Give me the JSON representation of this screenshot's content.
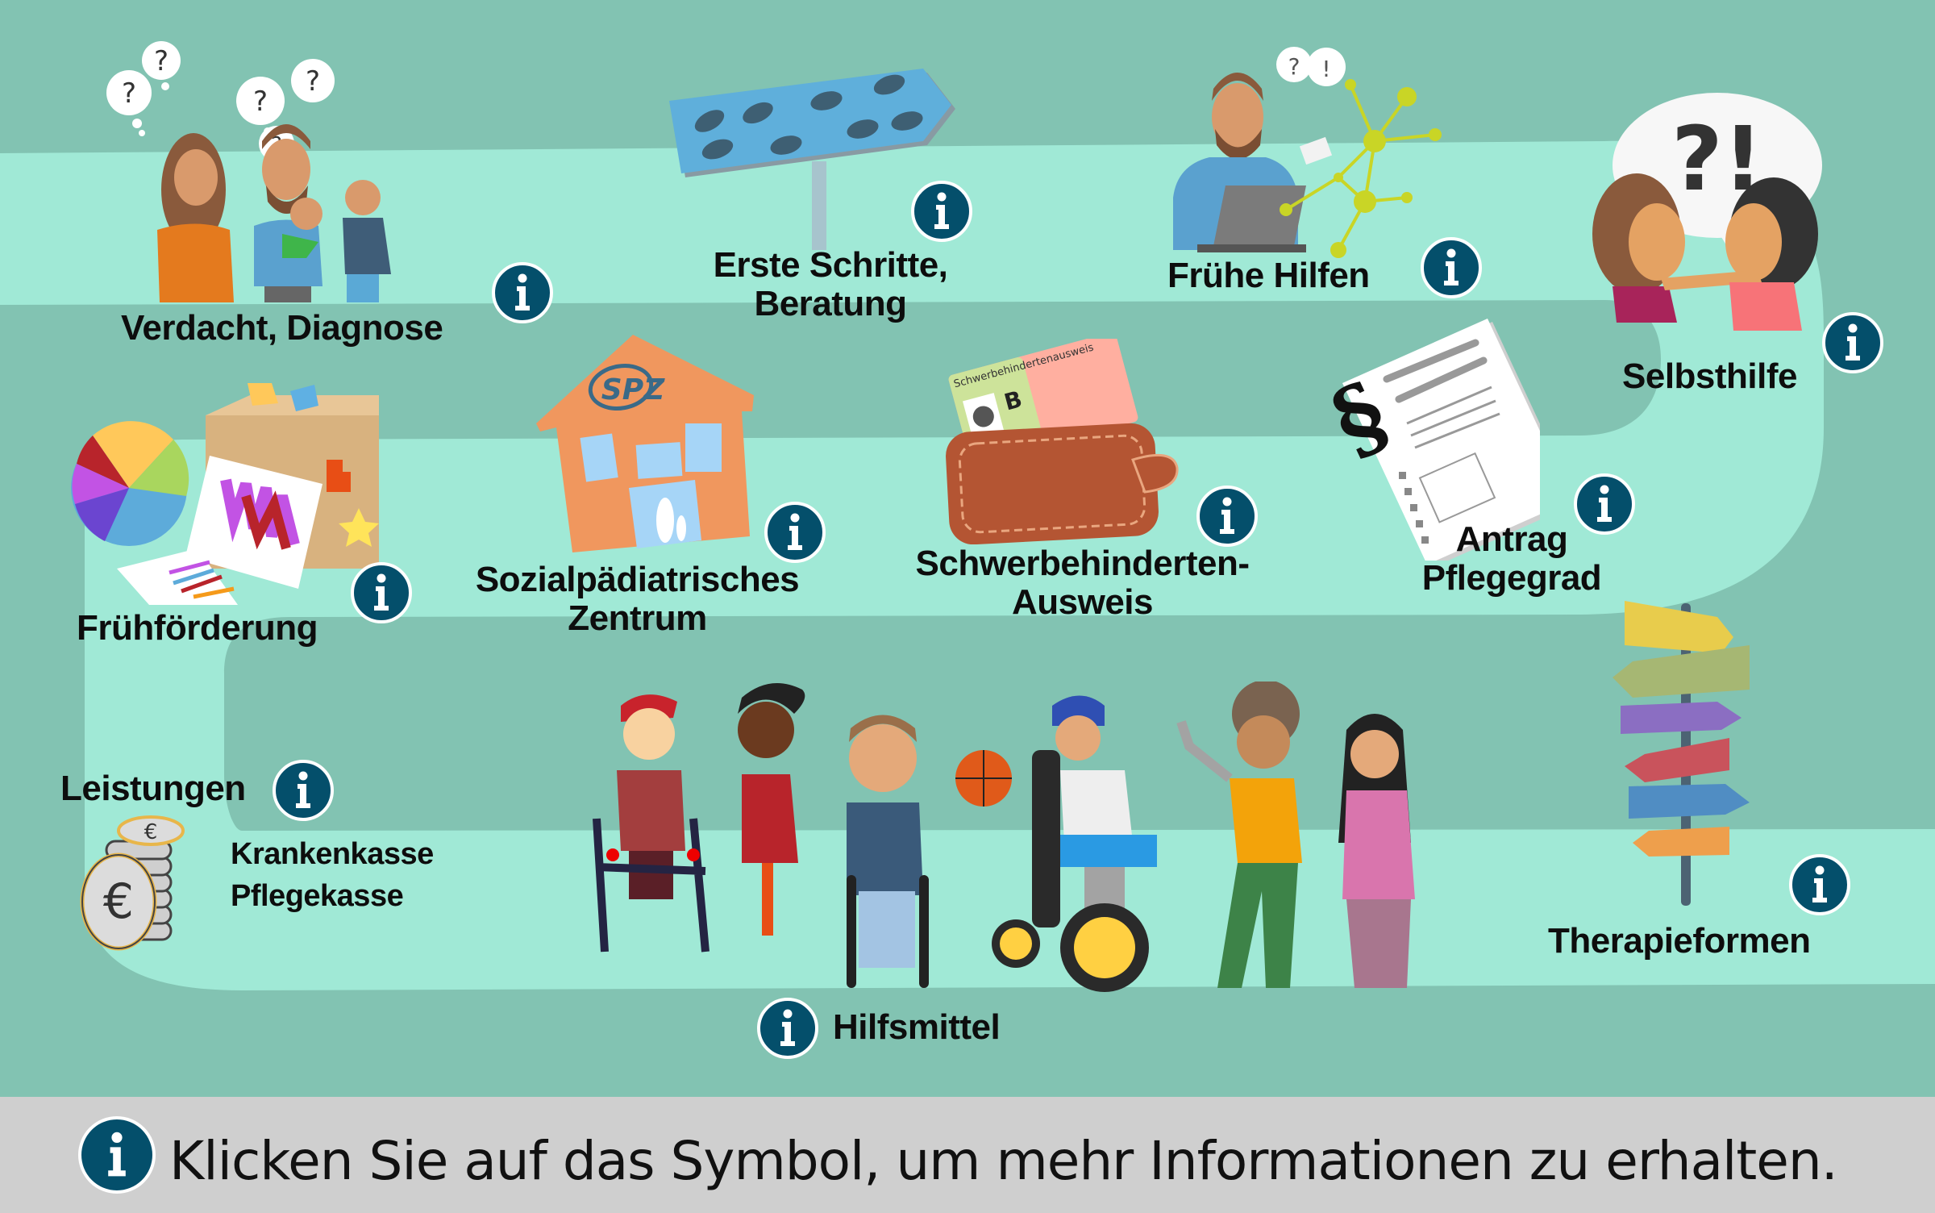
{
  "colors": {
    "background": "#82c3b2",
    "path": "#a0e9d6",
    "info_button": "#044f6b",
    "info_ring": "#ffffff",
    "footer_bg": "#cfcfcf",
    "text": "#0d0d0d"
  },
  "stations": [
    {
      "id": "verdacht",
      "label": "Verdacht, Diagnose",
      "icon": "info-icon",
      "illustration": "worried-family-with-question-bubbles"
    },
    {
      "id": "erste-schritte",
      "label_lines": [
        "Erste Schritte,",
        "Beratung"
      ],
      "icon": "info-icon",
      "illustration": "signpost-with-footprints"
    },
    {
      "id": "fruehe-hilfen",
      "label": "Frühe Hilfen",
      "icon": "info-icon",
      "illustration": "man-on-phone-with-laptop-network"
    },
    {
      "id": "selbsthilfe",
      "label": "Selbsthilfe",
      "icon": "info-icon",
      "illustration": "two-women-talking-speech-bubble",
      "bubble_text": "?!"
    },
    {
      "id": "fruehfoerderung",
      "label": "Frühförderung",
      "icon": "info-icon",
      "illustration": "ball-shape-box-drawing"
    },
    {
      "id": "spz",
      "label_lines": [
        "Sozialpädiatrisches",
        "Zentrum"
      ],
      "icon": "info-icon",
      "illustration": "spz-building",
      "building_sign": "SPZ"
    },
    {
      "id": "schwerbehindertenausweis",
      "label_lines": [
        "Schwerbehinderten-",
        "Ausweis"
      ],
      "icon": "info-icon",
      "illustration": "wallet-with-id-card",
      "card_title": "Schwerbehindertenausweis",
      "card_letter": "B"
    },
    {
      "id": "antrag-pflegegrad",
      "label_lines": [
        "Antrag",
        "Pflegegrad"
      ],
      "icon": "info-icon",
      "illustration": "legal-document-paragraph",
      "symbol": "§"
    },
    {
      "id": "leistungen",
      "label": "Leistungen",
      "sub_lines": [
        "Krankenkasse",
        "Pflegekasse"
      ],
      "icon": "info-icon",
      "illustration": "euro-coin-stack",
      "coin_symbol": "€"
    },
    {
      "id": "hilfsmittel",
      "label": "Hilfsmittel",
      "icon": "info-icon",
      "illustration": "children-with-mobility-aids"
    },
    {
      "id": "therapieformen",
      "label": "Therapieformen",
      "icon": "info-icon",
      "illustration": "colorful-direction-signpost"
    }
  ],
  "footer": {
    "icon": "info-icon",
    "text": "Klicken Sie auf das Symbol, um mehr Informationen zu erhalten."
  }
}
